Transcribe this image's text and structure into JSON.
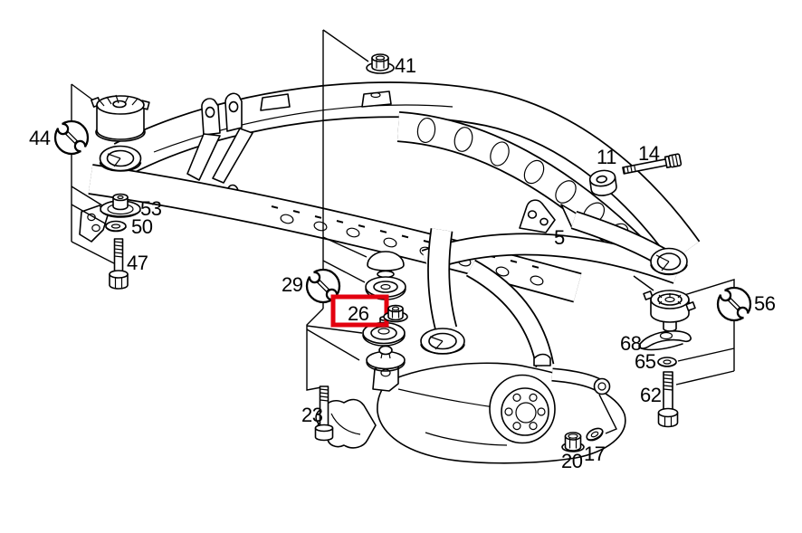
{
  "diagram": {
    "type": "exploded-parts-diagram",
    "background_color": "#ffffff",
    "line_color": "#000000",
    "highlight_color": "#e3000f",
    "highlighted_part": "26",
    "wrench_callouts": [
      "44",
      "29",
      "56"
    ],
    "parts": [
      {
        "number": "41"
      },
      {
        "number": "44"
      },
      {
        "number": "53"
      },
      {
        "number": "50"
      },
      {
        "number": "47"
      },
      {
        "number": "29"
      },
      {
        "number": "26"
      },
      {
        "number": "23"
      },
      {
        "number": "5"
      },
      {
        "number": "11"
      },
      {
        "number": "14"
      },
      {
        "number": "56"
      },
      {
        "number": "68"
      },
      {
        "number": "65"
      },
      {
        "number": "62"
      },
      {
        "number": "20"
      },
      {
        "number": "17"
      }
    ]
  }
}
